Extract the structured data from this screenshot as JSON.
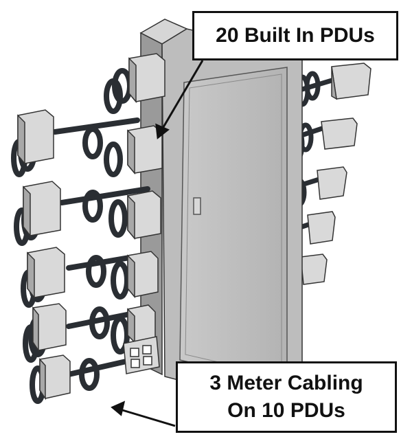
{
  "callouts": {
    "top": "20 Built In PDUs",
    "bottom_line1": "3 Meter Cabling",
    "bottom_line2": "On 10 PDUs"
  },
  "colors": {
    "cabinet_front": "#bdbdbd",
    "cabinet_side": "#9a9a9a",
    "cabinet_top": "#d6d6d6",
    "pdu_face": "#d9d9d9",
    "pdu_side": "#a8a8a8",
    "cable": "#2a2e33",
    "outline": "#333333"
  }
}
